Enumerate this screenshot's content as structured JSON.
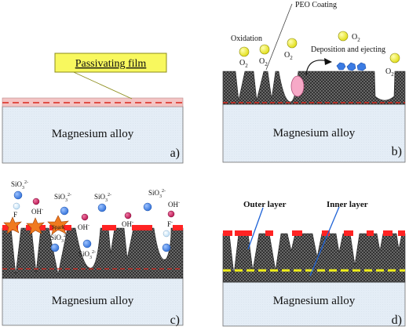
{
  "colors": {
    "alloy": "#e4edf6",
    "alloy_stroke": "#6f6f6f",
    "coating": "#2b2b2b",
    "coating_hatch": "#8a8a8a",
    "red_patch": "#ff2323",
    "red_dash": "#d9261c",
    "yellow_dash": "#f0ee18",
    "passivating": "#f3c4c4",
    "callout_fill": "#f8f85e",
    "callout_stroke": "#8c8c1a",
    "o2": "#f0ee18",
    "sio3": "#3b7be3",
    "oh": "#c6185b",
    "f": "#d3ebfb",
    "spark": "#f07a1f",
    "pink_bubble": "#f6a9c7",
    "label_line": "#1f63d6"
  },
  "panel_a": {
    "substrate_label": "Magnesium alloy",
    "panel_label": "a)",
    "callout_label": "Passivating film"
  },
  "panel_b": {
    "substrate_label": "Magnesium  alloy",
    "panel_label": "b)",
    "coating_label": "PEO Coating",
    "oxidation_label": "Oxidation",
    "deposition_label": "Deposition and ejecting",
    "o2_species": [
      {
        "label": "O",
        "sub": "2"
      },
      {
        "label": "O",
        "sub": "2"
      },
      {
        "label": "O",
        "sub": "2"
      },
      {
        "label": "O",
        "sub": "2"
      },
      {
        "label": "O",
        "sub": "2"
      }
    ]
  },
  "panel_c": {
    "substrate_label": "Magnesium alloy",
    "panel_label": "c)",
    "spark_label": "Spark",
    "silicate": {
      "label": "SiO",
      "sub": "3",
      "sup": "2-"
    },
    "hydroxide": {
      "label": "OH",
      "sup": "-"
    },
    "fluoride_plain": {
      "label": "F"
    },
    "fluoride_ion": {
      "label": "F",
      "sup": "-"
    }
  },
  "panel_d": {
    "substrate_label": "Magnesium  alloy",
    "panel_label": "d)",
    "outer_label": "Outer layer",
    "inner_label": "Inner layer"
  }
}
